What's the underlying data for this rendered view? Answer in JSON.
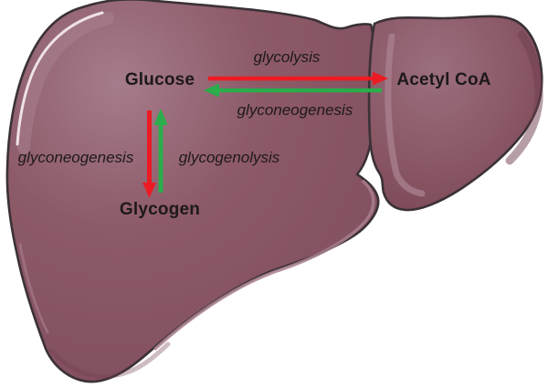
{
  "figure": {
    "description": "Liver metabolic pathways diagram",
    "background": "#ffffff",
    "nodes": [
      {
        "id": "glucose",
        "label": "Glucose"
      },
      {
        "id": "acetyl_coa",
        "label": "Acetyl CoA"
      },
      {
        "id": "glycogen",
        "label": "Glycogen"
      }
    ],
    "edges": [
      {
        "id": "glycolysis",
        "label": "glycolysis",
        "from": "glucose",
        "to": "acetyl_coa",
        "color": "#ec1b23",
        "direction": "right"
      },
      {
        "id": "glyconeogenesis_h",
        "label": "glyconeogenesis",
        "from": "acetyl_coa",
        "to": "glucose",
        "color": "#2aad4b",
        "direction": "left"
      },
      {
        "id": "glyconeogenesis_v",
        "label": "glyconeogenesis",
        "from": "glucose",
        "to": "glycogen",
        "color": "#ec1b23",
        "direction": "down"
      },
      {
        "id": "glycogenolysis",
        "label": "glycogenolysis",
        "from": "glycogen",
        "to": "glucose",
        "color": "#2aad4b",
        "direction": "up"
      }
    ],
    "colors": {
      "arrow_red": "#ec1b23",
      "arrow_green": "#2aad4b",
      "text": "#1d191a",
      "liver_base": "#8a5765",
      "liver_highlight": "#a98291",
      "liver_outline": "#3a3136"
    }
  }
}
